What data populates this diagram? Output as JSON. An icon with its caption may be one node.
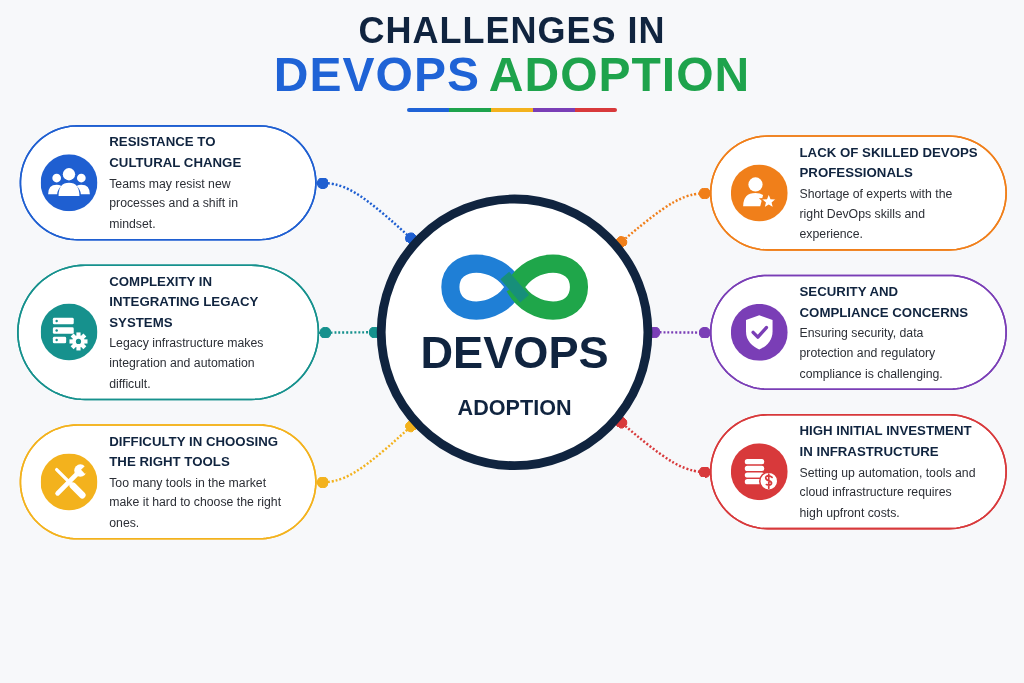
{
  "diagram": {
    "title": "CHALLENGES IN DEVOPS ADOPTION",
    "nodes": [
      {
        "text": [
          "RESISTANCE TO CULTURAL CHANGE",
          "Teams may resist new processes and a shift in mindset."
        ]
      },
      {
        "text": [
          "LACK OF SKILLED DEVOPS PROFESSIONALS",
          "Shortage of experts with the right DevOps skills and experience."
        ]
      },
      {
        "text": [
          "DEVOPS",
          "ADOPTION"
        ]
      },
      {
        "text": [
          "COMPLEXITY IN INTEGRATING LEGACY SYSTEMS",
          "Legacy infrastructure makes integration and automation difficult."
        ]
      },
      {
        "text": [
          "SECURITY AND COMPLIANCE CONCERNS",
          "Ensuring security, data protection and regulatory compliance is challenging."
        ]
      },
      {
        "text": [
          "DIFFICULTY IN CHOOSING THE RIGHT TOOLS",
          "Too many tools in the market make it hard to choose the right ones."
        ]
      },
      {
        "text": [
          "HIGH INITIAL INVESTMENT IN INFRASTRUCTURE",
          "Setting up automation, tools and cloud infrastructure requires high upfront costs."
        ]
      }
    ],
    "edges": [
      {
        "from": 0,
        "to": 2,
        "arrow": "other",
        "style": "dashed",
        "color": "#1f5fd1"
      },
      {
        "from": 2,
        "to": 1,
        "arrow": "other",
        "style": "dashed",
        "color": "#f07f1a"
      },
      {
        "from": 3,
        "to": 2,
        "arrow": "other",
        "style": "dashed",
        "color": "#16918d"
      },
      {
        "from": 2,
        "to": 4,
        "arrow": "other",
        "style": "dashed",
        "color": "#7a3eb6"
      },
      {
        "from": 5,
        "to": 2,
        "arrow": "other",
        "style": "dashed",
        "color": "#f3b21d"
      },
      {
        "from": 2,
        "to": 6,
        "arrow": "other",
        "style": "dashed",
        "color": "#d8393b"
      }
    ]
  }
}
